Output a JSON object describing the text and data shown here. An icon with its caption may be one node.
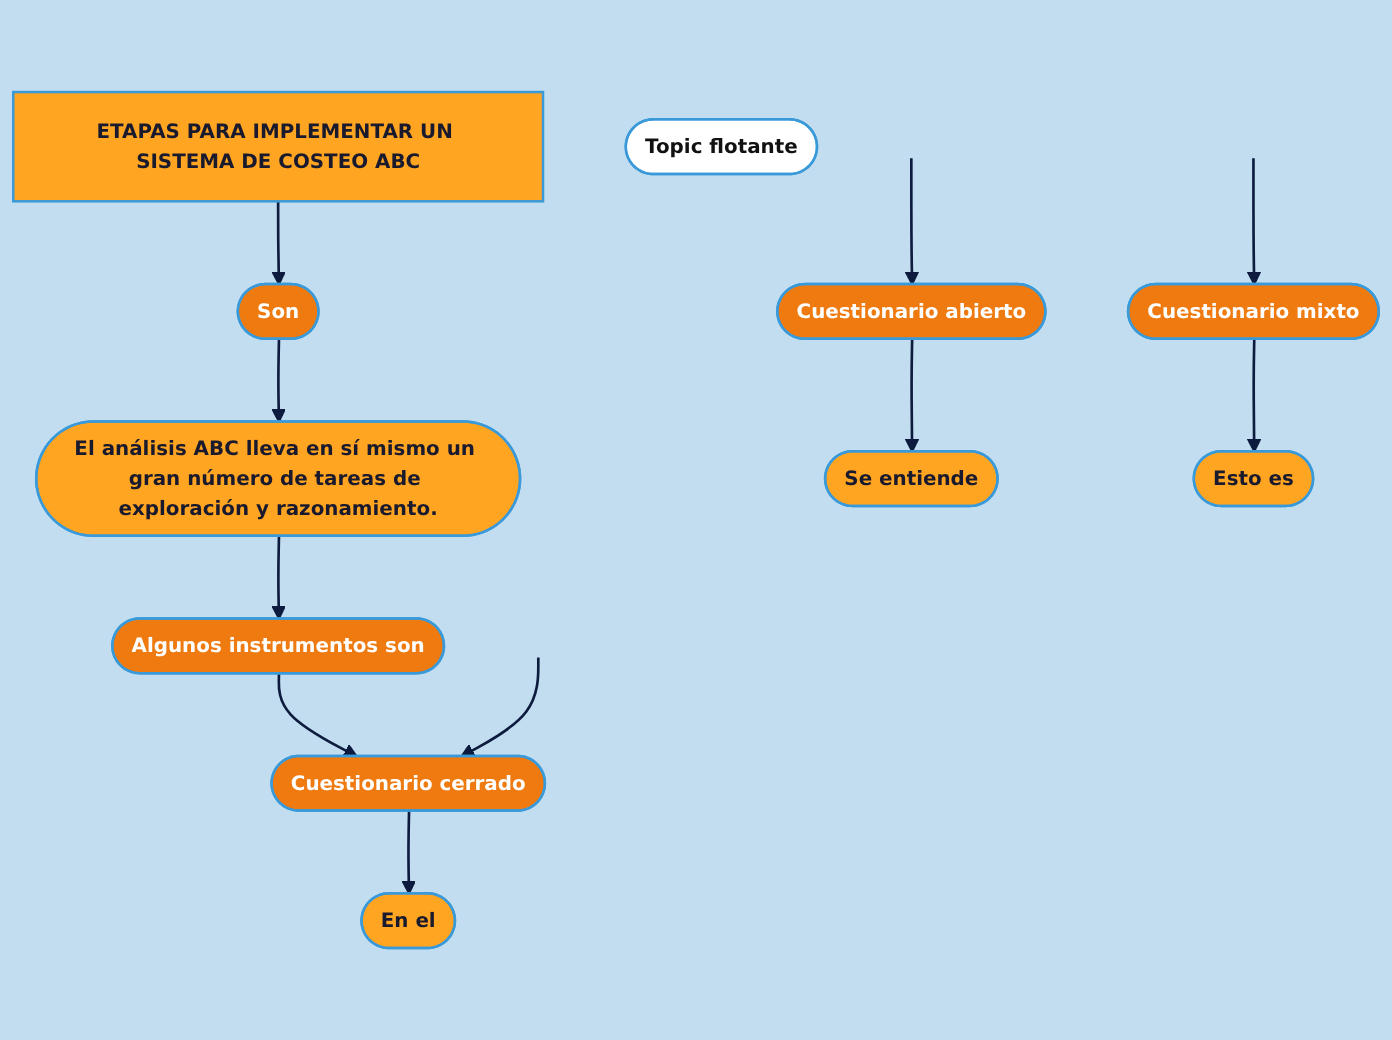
{
  "diagram": {
    "nodes": [
      {
        "text": [
          "ETAPAS PARA IMPLEMENTAR UN SISTEMA DE COSTEO ABC"
        ]
      },
      {
        "text": [
          "Son"
        ]
      },
      {
        "text": [
          "El análisis ABC lleva en sí mismo un gran número de tareas de exploración y razonamiento."
        ]
      },
      {
        "text": [
          "Algunos instrumentos son"
        ]
      },
      {
        "text": [
          "Cuestionario abierto"
        ]
      },
      {
        "text": [
          "Cuestionario cerrado"
        ]
      },
      {
        "text": [
          "Cuestionario mixto"
        ]
      },
      {
        "text": [
          "Se entiende"
        ]
      },
      {
        "text": [
          "En el"
        ]
      },
      {
        "text": [
          "Esto es"
        ]
      },
      {
        "text": [
          "Topic flotante"
        ]
      }
    ],
    "edges": [
      {
        "from": 0,
        "to": 1,
        "arrow": "to"
      },
      {
        "from": 1,
        "to": 2,
        "arrow": "to"
      },
      {
        "from": 2,
        "to": 3,
        "arrow": "to"
      },
      {
        "from": 3,
        "to": 5,
        "arrow": "to"
      },
      {
        "from": null,
        "to": 4,
        "arrow": "to"
      },
      {
        "from": null,
        "to": 5,
        "arrow": "to"
      },
      {
        "from": null,
        "to": 6,
        "arrow": "to"
      },
      {
        "from": 4,
        "to": 7,
        "arrow": "to"
      },
      {
        "from": 5,
        "to": 8,
        "arrow": "to"
      },
      {
        "from": 6,
        "to": 9,
        "arrow": "to"
      }
    ]
  }
}
